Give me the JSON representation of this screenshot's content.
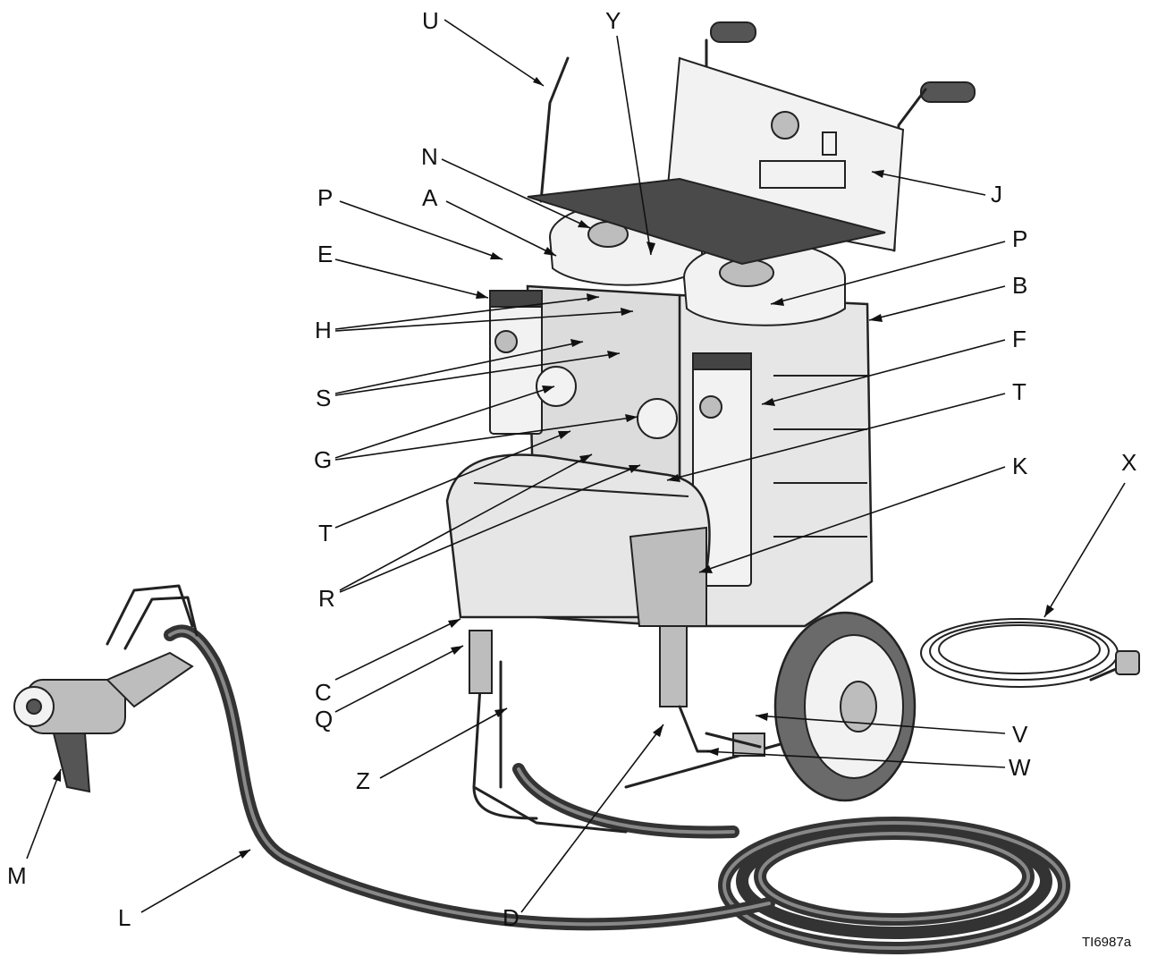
{
  "figure_id": "TI6987a",
  "callouts": [
    {
      "key": "U",
      "label": "U"
    },
    {
      "key": "Y",
      "label": "Y"
    },
    {
      "key": "N",
      "label": "N"
    },
    {
      "key": "J",
      "label": "J"
    },
    {
      "key": "P1",
      "label": "P"
    },
    {
      "key": "A",
      "label": "A"
    },
    {
      "key": "E",
      "label": "E"
    },
    {
      "key": "P2",
      "label": "P"
    },
    {
      "key": "B",
      "label": "B"
    },
    {
      "key": "H",
      "label": "H"
    },
    {
      "key": "F",
      "label": "F"
    },
    {
      "key": "S",
      "label": "S"
    },
    {
      "key": "T2",
      "label": "T"
    },
    {
      "key": "G",
      "label": "G"
    },
    {
      "key": "K",
      "label": "K"
    },
    {
      "key": "X",
      "label": "X"
    },
    {
      "key": "T1",
      "label": "T"
    },
    {
      "key": "R",
      "label": "R"
    },
    {
      "key": "C",
      "label": "C"
    },
    {
      "key": "Q",
      "label": "Q"
    },
    {
      "key": "V",
      "label": "V"
    },
    {
      "key": "W",
      "label": "W"
    },
    {
      "key": "Z",
      "label": "Z"
    },
    {
      "key": "M",
      "label": "M"
    },
    {
      "key": "L",
      "label": "L"
    },
    {
      "key": "D",
      "label": "D"
    }
  ]
}
